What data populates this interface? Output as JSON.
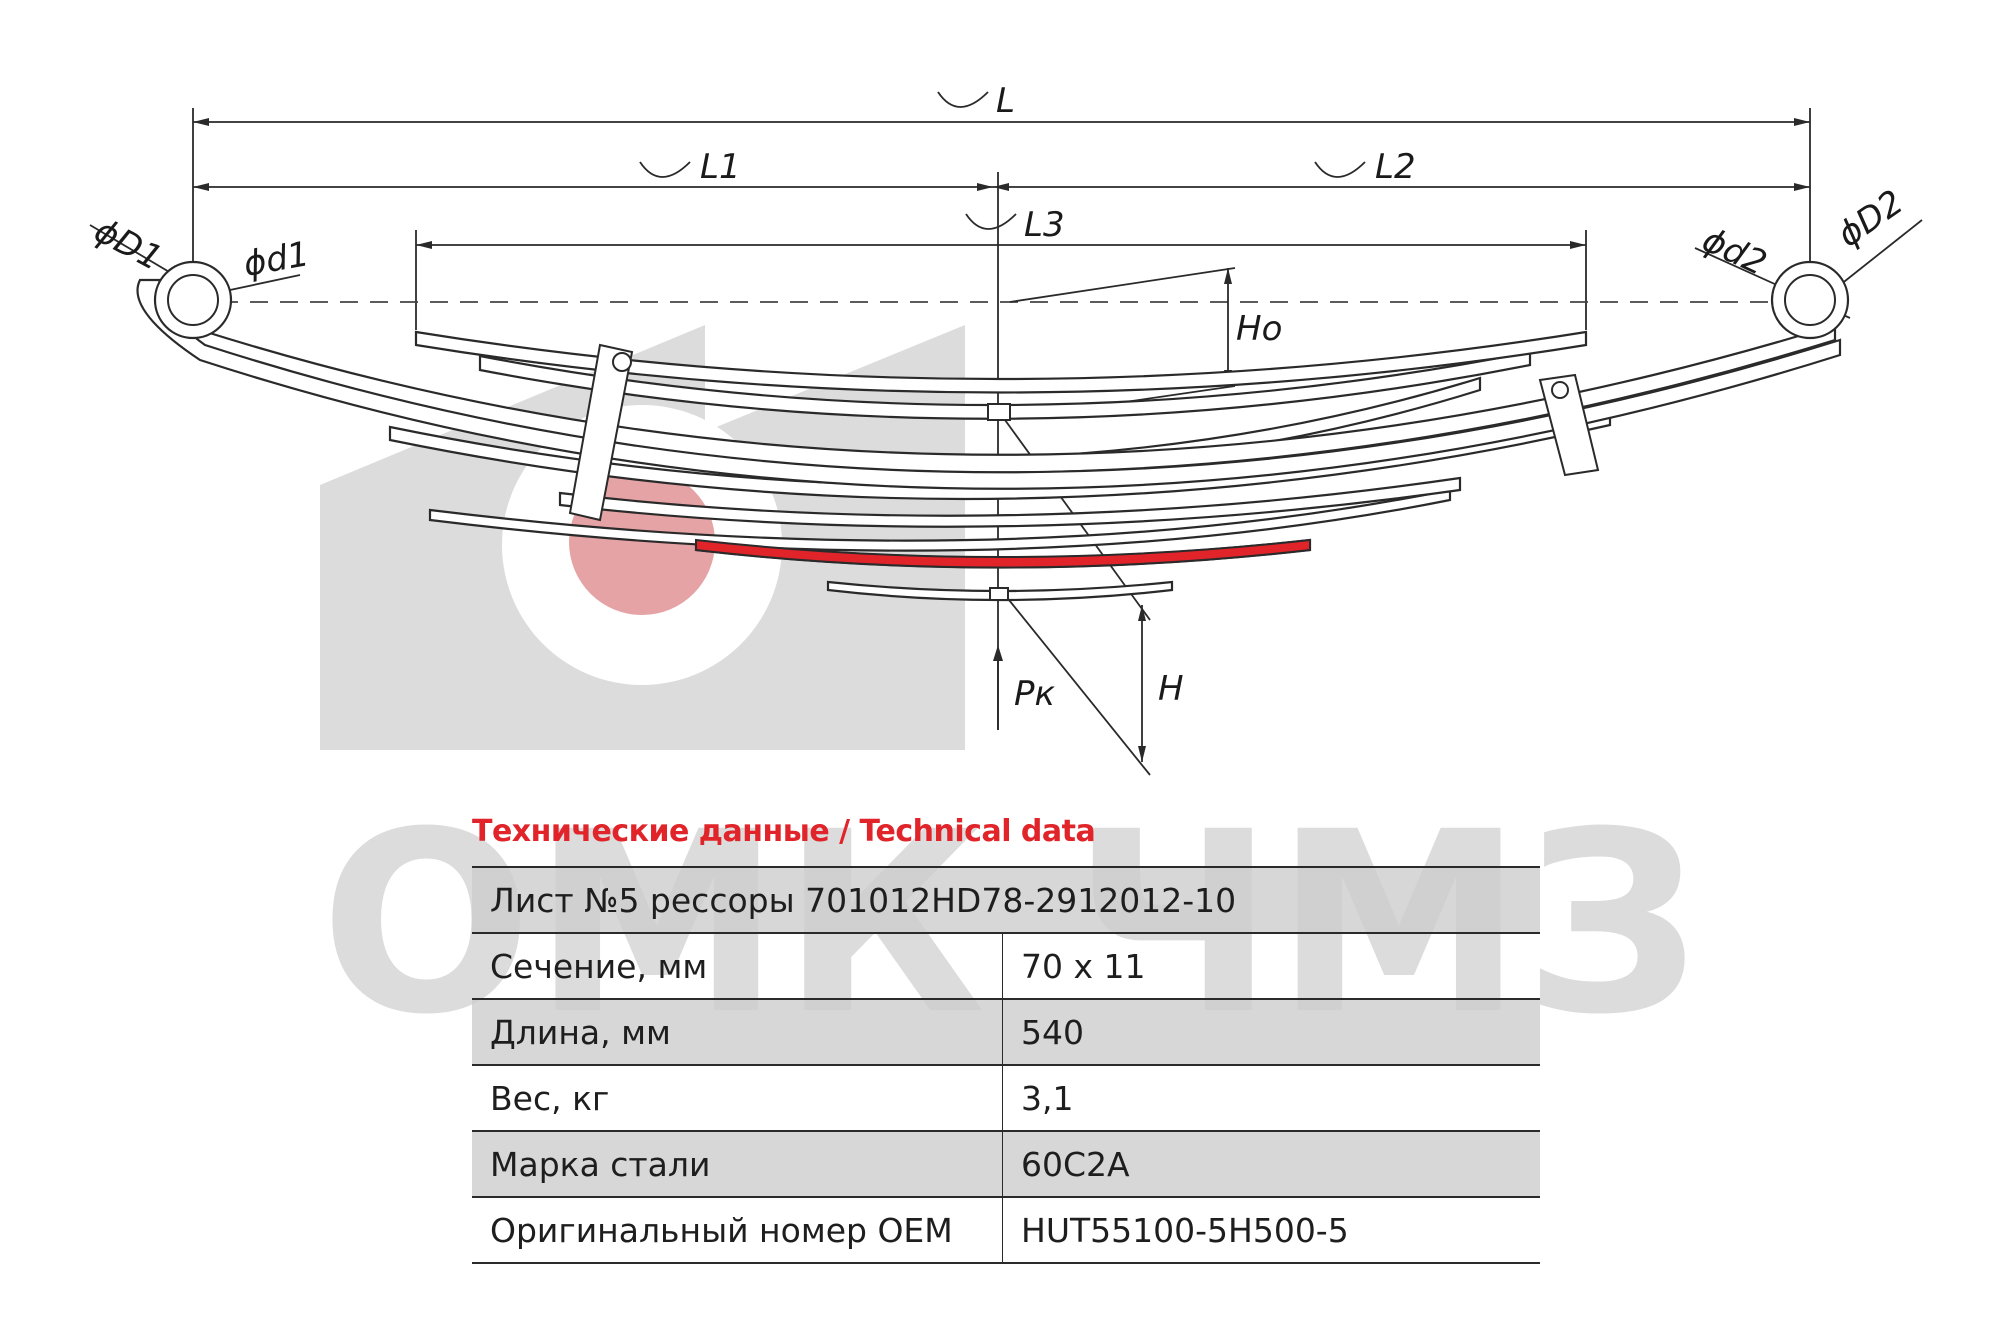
{
  "watermark": {
    "text": "ОМК ЧМЗ",
    "color": "#dcdcdc",
    "accent": "#e6a3a5"
  },
  "drawing": {
    "labels": {
      "L": "L",
      "L1": "L1",
      "L2": "L2",
      "L3": "L3",
      "D1": "ϕD1",
      "d1": "ϕd1",
      "D2": "ϕD2",
      "d2": "ϕd2",
      "Ho": "Ho",
      "H": "H",
      "Pk": "Pк"
    },
    "highlight_color": "#e0242a"
  },
  "table": {
    "title": "Технические данные / Technical data",
    "header": "Лист №5 рессоры 701012HD78-2912012-10",
    "rows": [
      {
        "label": "Сечение, мм",
        "value": "70 х 11"
      },
      {
        "label": "Длина, мм",
        "value": "540"
      },
      {
        "label": "Вес, кг",
        "value": "3,1"
      },
      {
        "label": "Марка стали",
        "value": "60С2А"
      },
      {
        "label": "Оригинальный номер OEM",
        "value": "HUT55100-5H500-5"
      }
    ]
  }
}
